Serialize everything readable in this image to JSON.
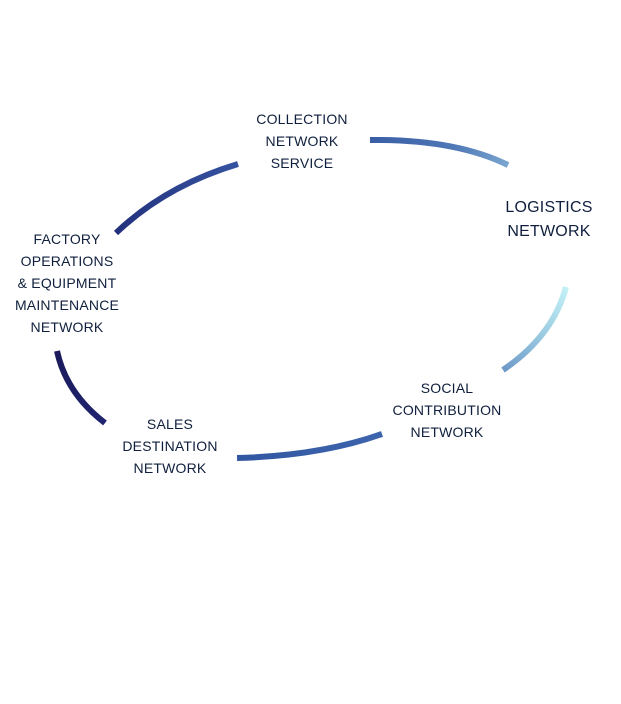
{
  "diagram": {
    "type": "cycle",
    "nodes": [
      {
        "id": "collection",
        "lines": [
          "COLLECTION",
          "NETWORK",
          "SERVICE"
        ]
      },
      {
        "id": "logistics",
        "lines": [
          "LOGISTICS",
          "NETWORK"
        ]
      },
      {
        "id": "social",
        "lines": [
          "SOCIAL",
          "CONTRIBUTION",
          "NETWORK"
        ]
      },
      {
        "id": "sales",
        "lines": [
          "SALES",
          "DESTINATION",
          "NETWORK"
        ]
      },
      {
        "id": "factory",
        "lines": [
          "FACTORY",
          "OPERATIONS",
          "& EQUIPMENT",
          "MAINTENANCE",
          "NETWORK"
        ]
      }
    ],
    "arcs": [
      {
        "from": "collection",
        "to": "logistics",
        "color_start": "#3a5ea6",
        "color_end": "#7aa6d0"
      },
      {
        "from": "logistics",
        "to": "social",
        "color_start": "#bff0f6",
        "color_end": "#6f9cc9"
      },
      {
        "from": "social",
        "to": "sales",
        "color_start": "#3c63ab",
        "color_end": "#345aa3"
      },
      {
        "from": "sales",
        "to": "factory",
        "color_start": "#1f2270",
        "color_end": "#1a1a5e"
      },
      {
        "from": "factory",
        "to": "collection",
        "color_start": "#23327f",
        "color_end": "#3552a0"
      }
    ],
    "colors": {
      "text": "#0f1f3d",
      "background": "#ffffff"
    }
  }
}
